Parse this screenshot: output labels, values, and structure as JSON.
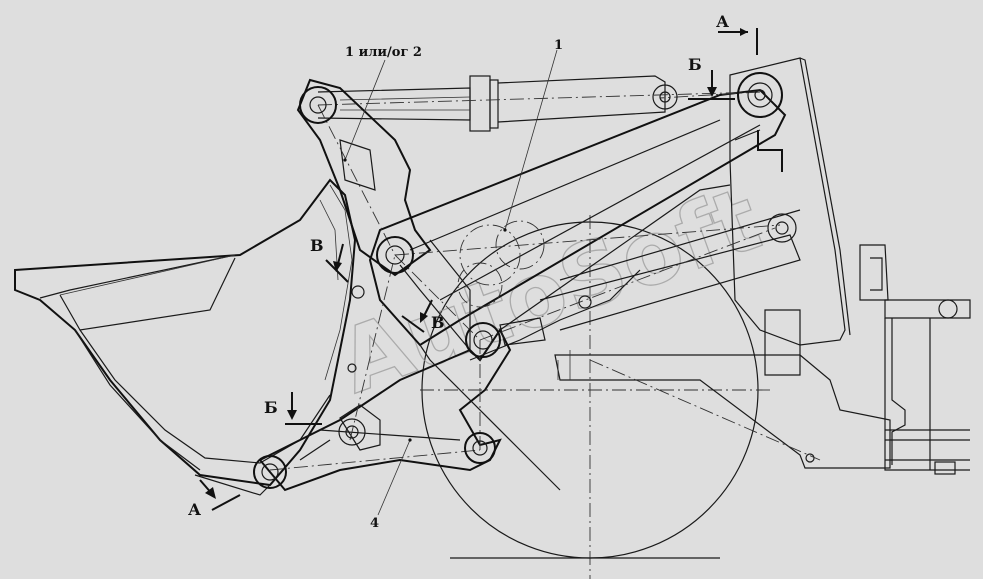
{
  "callouts": {
    "c1or2": "1 или/ог 2",
    "c1": "1",
    "c4": "4"
  },
  "sections": {
    "A_top": "А",
    "A_bottom": "А",
    "B_top": "Б",
    "B_left": "Б",
    "V_left": "В",
    "V_right": "В"
  },
  "watermark": "AutoSoft",
  "colors": {
    "background": "#dedede",
    "lines": "#1a1a1a",
    "watermark": "#b9b9b9"
  }
}
